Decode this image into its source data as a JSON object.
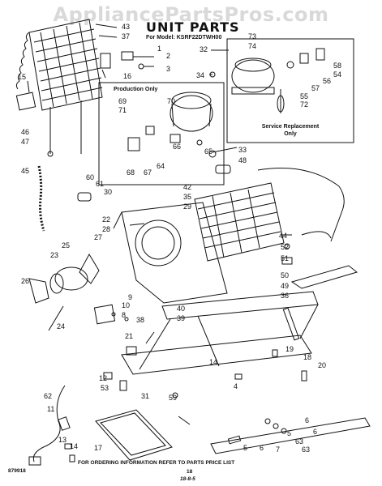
{
  "watermark": "AppliancePartsPros.com",
  "title": "UNIT PARTS",
  "model_line": "For Model: KSRF22DTWH00",
  "production_box_label": "Production Only",
  "service_box_label_1": "Service Replacement",
  "service_box_label_2": "Only",
  "footer_left": "879918",
  "footer_center": "FOR ORDERING INFORMATION REFER TO PARTS PRICE LIST",
  "footer_page": "18",
  "footer_date": "18-8-5",
  "callouts": [
    {
      "id": "c43",
      "text": "43"
    },
    {
      "id": "c37",
      "text": "37"
    },
    {
      "id": "c1",
      "text": "1"
    },
    {
      "id": "c2",
      "text": "2"
    },
    {
      "id": "c3",
      "text": "3"
    },
    {
      "id": "c16",
      "text": "16"
    },
    {
      "id": "c15",
      "text": "15"
    },
    {
      "id": "c46",
      "text": "46"
    },
    {
      "id": "c47",
      "text": "47"
    },
    {
      "id": "c45",
      "text": "45"
    },
    {
      "id": "c32",
      "text": "32"
    },
    {
      "id": "c73",
      "text": "73"
    },
    {
      "id": "c74",
      "text": "74"
    },
    {
      "id": "c58",
      "text": "58"
    },
    {
      "id": "c54",
      "text": "54"
    },
    {
      "id": "c56",
      "text": "56"
    },
    {
      "id": "c57",
      "text": "57"
    },
    {
      "id": "c55",
      "text": "55"
    },
    {
      "id": "c72",
      "text": "72"
    },
    {
      "id": "c34",
      "text": "34"
    },
    {
      "id": "c69",
      "text": "69"
    },
    {
      "id": "c70",
      "text": "70"
    },
    {
      "id": "c71",
      "text": "71"
    },
    {
      "id": "c66",
      "text": "66"
    },
    {
      "id": "c65",
      "text": "65"
    },
    {
      "id": "c64",
      "text": "64"
    },
    {
      "id": "c67",
      "text": "67"
    },
    {
      "id": "c68",
      "text": "68"
    },
    {
      "id": "c33",
      "text": "33"
    },
    {
      "id": "c48",
      "text": "48"
    },
    {
      "id": "c60",
      "text": "60"
    },
    {
      "id": "c61",
      "text": "61"
    },
    {
      "id": "c30",
      "text": "30"
    },
    {
      "id": "c42",
      "text": "42"
    },
    {
      "id": "c35",
      "text": "35"
    },
    {
      "id": "c29",
      "text": "29"
    },
    {
      "id": "c22",
      "text": "22"
    },
    {
      "id": "c44",
      "text": "44"
    },
    {
      "id": "c28",
      "text": "28"
    },
    {
      "id": "c27",
      "text": "27"
    },
    {
      "id": "c25",
      "text": "25"
    },
    {
      "id": "c23",
      "text": "23"
    },
    {
      "id": "c26",
      "text": "26"
    },
    {
      "id": "c24",
      "text": "24"
    },
    {
      "id": "c52",
      "text": "52"
    },
    {
      "id": "c51",
      "text": "51"
    },
    {
      "id": "c50",
      "text": "50"
    },
    {
      "id": "c49",
      "text": "49"
    },
    {
      "id": "c36",
      "text": "36"
    },
    {
      "id": "c9",
      "text": "9"
    },
    {
      "id": "c10",
      "text": "10"
    },
    {
      "id": "c8",
      "text": "8"
    },
    {
      "id": "c40",
      "text": "40"
    },
    {
      "id": "c39",
      "text": "39"
    },
    {
      "id": "c38",
      "text": "38"
    },
    {
      "id": "c21",
      "text": "21"
    },
    {
      "id": "c14a",
      "text": "14"
    },
    {
      "id": "c19",
      "text": "19"
    },
    {
      "id": "c18",
      "text": "18"
    },
    {
      "id": "c20",
      "text": "20"
    },
    {
      "id": "c12",
      "text": "12"
    },
    {
      "id": "c53",
      "text": "53"
    },
    {
      "id": "c31",
      "text": "31"
    },
    {
      "id": "c59",
      "text": "59"
    },
    {
      "id": "c4",
      "text": "4"
    },
    {
      "id": "c62",
      "text": "62"
    },
    {
      "id": "c11",
      "text": "11"
    },
    {
      "id": "c13",
      "text": "13"
    },
    {
      "id": "c14b",
      "text": "14"
    },
    {
      "id": "c17",
      "text": "17"
    },
    {
      "id": "c6a",
      "text": "6"
    },
    {
      "id": "c6b",
      "text": "6"
    },
    {
      "id": "c5a",
      "text": "5"
    },
    {
      "id": "c63a",
      "text": "63"
    },
    {
      "id": "c5b",
      "text": "5"
    },
    {
      "id": "c6c",
      "text": "6"
    },
    {
      "id": "c7",
      "text": "7"
    },
    {
      "id": "c63b",
      "text": "63"
    }
  ]
}
